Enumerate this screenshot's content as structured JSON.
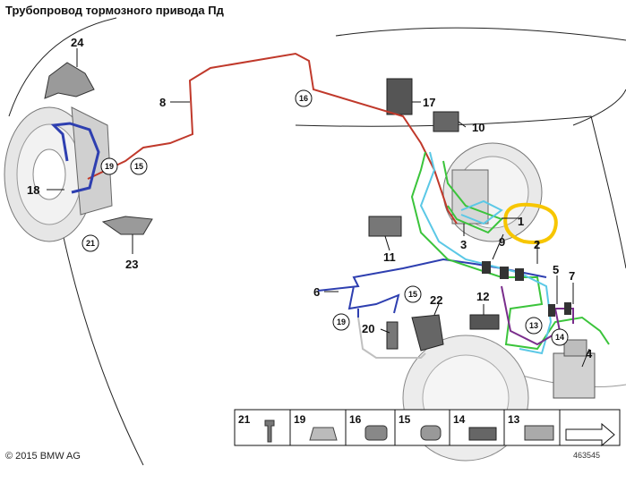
{
  "page": {
    "title": "Трубопровод тормозного привода Пд",
    "copyright": "© 2015 BMW AG"
  },
  "callouts": [
    "24",
    "8",
    "16",
    "17",
    "10",
    "18",
    "23",
    "11",
    "3",
    "9",
    "2",
    "1",
    "6",
    "22",
    "12",
    "5",
    "7",
    "4",
    "20"
  ],
  "circled_callouts": [
    "16",
    "19",
    "15",
    "21",
    "15",
    "19",
    "13",
    "14"
  ],
  "legend": [
    "21",
    "19",
    "16",
    "15",
    "14",
    "13"
  ],
  "doc_id": "463545",
  "highlight_color": "#f7c600",
  "line_colors": {
    "red": "#c0392b",
    "blue": "#2e3fb0",
    "green": "#3bc43b",
    "cyan": "#5bc8e6",
    "purple": "#7a2d8c"
  }
}
